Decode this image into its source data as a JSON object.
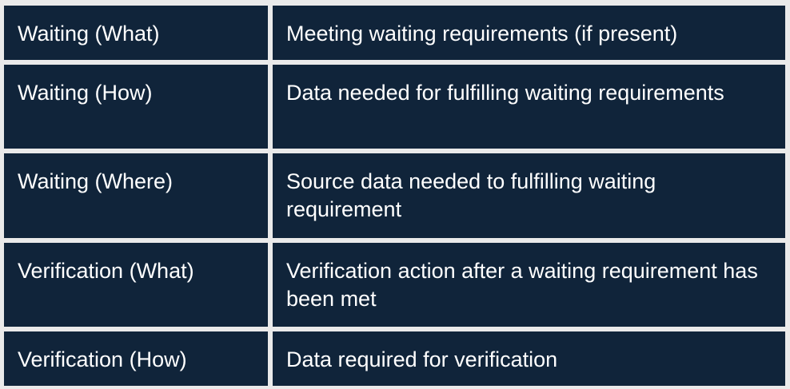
{
  "table": {
    "rows": [
      {
        "term": "Waiting (What)",
        "description": "Meeting waiting requirements (if present)"
      },
      {
        "term": "Waiting (How)",
        "description": "Data needed for fulfilling waiting requirements"
      },
      {
        "term": "Waiting (Where)",
        "description": "Source data needed to fulfilling waiting requirement"
      },
      {
        "term": "Verification (What)",
        "description": "Verification action after a waiting requirement has been met"
      },
      {
        "term": "Verification (How)",
        "description": "Data required for verification"
      }
    ]
  },
  "colors": {
    "cell_background": "#10243a",
    "cell_text": "#ffffff",
    "grid_lines": "#eaeaea"
  }
}
